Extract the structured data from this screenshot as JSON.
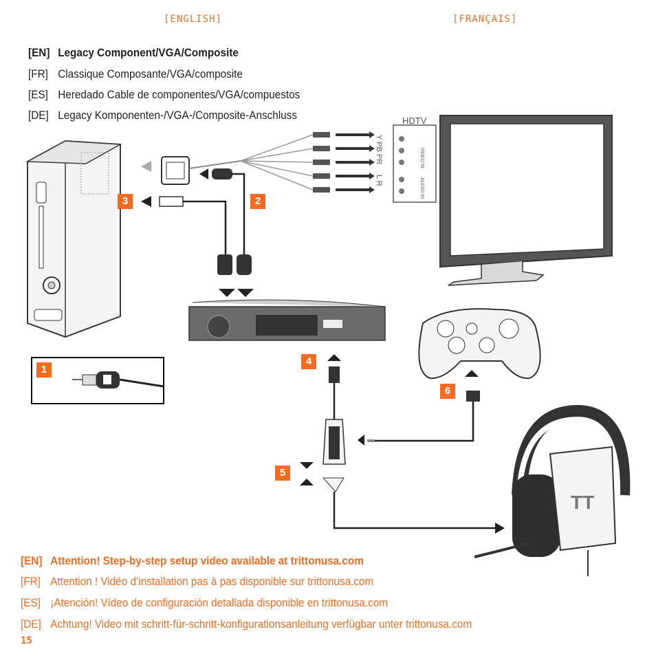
{
  "header": {
    "english": "[ENGLISH]",
    "francais": "[FRANÇAIS]"
  },
  "title_lines": [
    {
      "code": "[EN]",
      "text": "Legacy Component/VGA/Composite"
    },
    {
      "code": "[FR]",
      "text": "Classique Composante/VGA/composite"
    },
    {
      "code": "[ES]",
      "text": "Heredado Cable de componentes/VGA/compuestos"
    },
    {
      "code": "[DE]",
      "text": "Legacy Komponenten-/VGA-/Composite-Anschluss"
    }
  ],
  "diagram": {
    "tv_label": "HDTV",
    "video_in": "VIDEO IN",
    "audio_in": "AUDIO IN",
    "ypbpr": "Y PB PR",
    "lr": "L R",
    "steps": [
      "1",
      "2",
      "3",
      "4",
      "5",
      "6"
    ],
    "tritton_logo": "TT"
  },
  "attention_lines": [
    {
      "code": "[EN]",
      "text": "Attention! Step-by-step setup video available at trittonusa.com"
    },
    {
      "code": "[FR]",
      "text": "Attention ! Vidéo d’installation pas à pas disponible sur trittonusa.com"
    },
    {
      "code": "[ES]",
      "text": "¡Atención! Vídeo de configuración detallada disponible en trittonusa.com"
    },
    {
      "code": "[DE]",
      "text": "Achtung! Video mit schritt-für-schritt-konfigurationsanleitung verfügbar unter trittonusa.com"
    }
  ],
  "page_number": "15",
  "colors": {
    "accent": "#f26b21",
    "text": "#231f20"
  }
}
